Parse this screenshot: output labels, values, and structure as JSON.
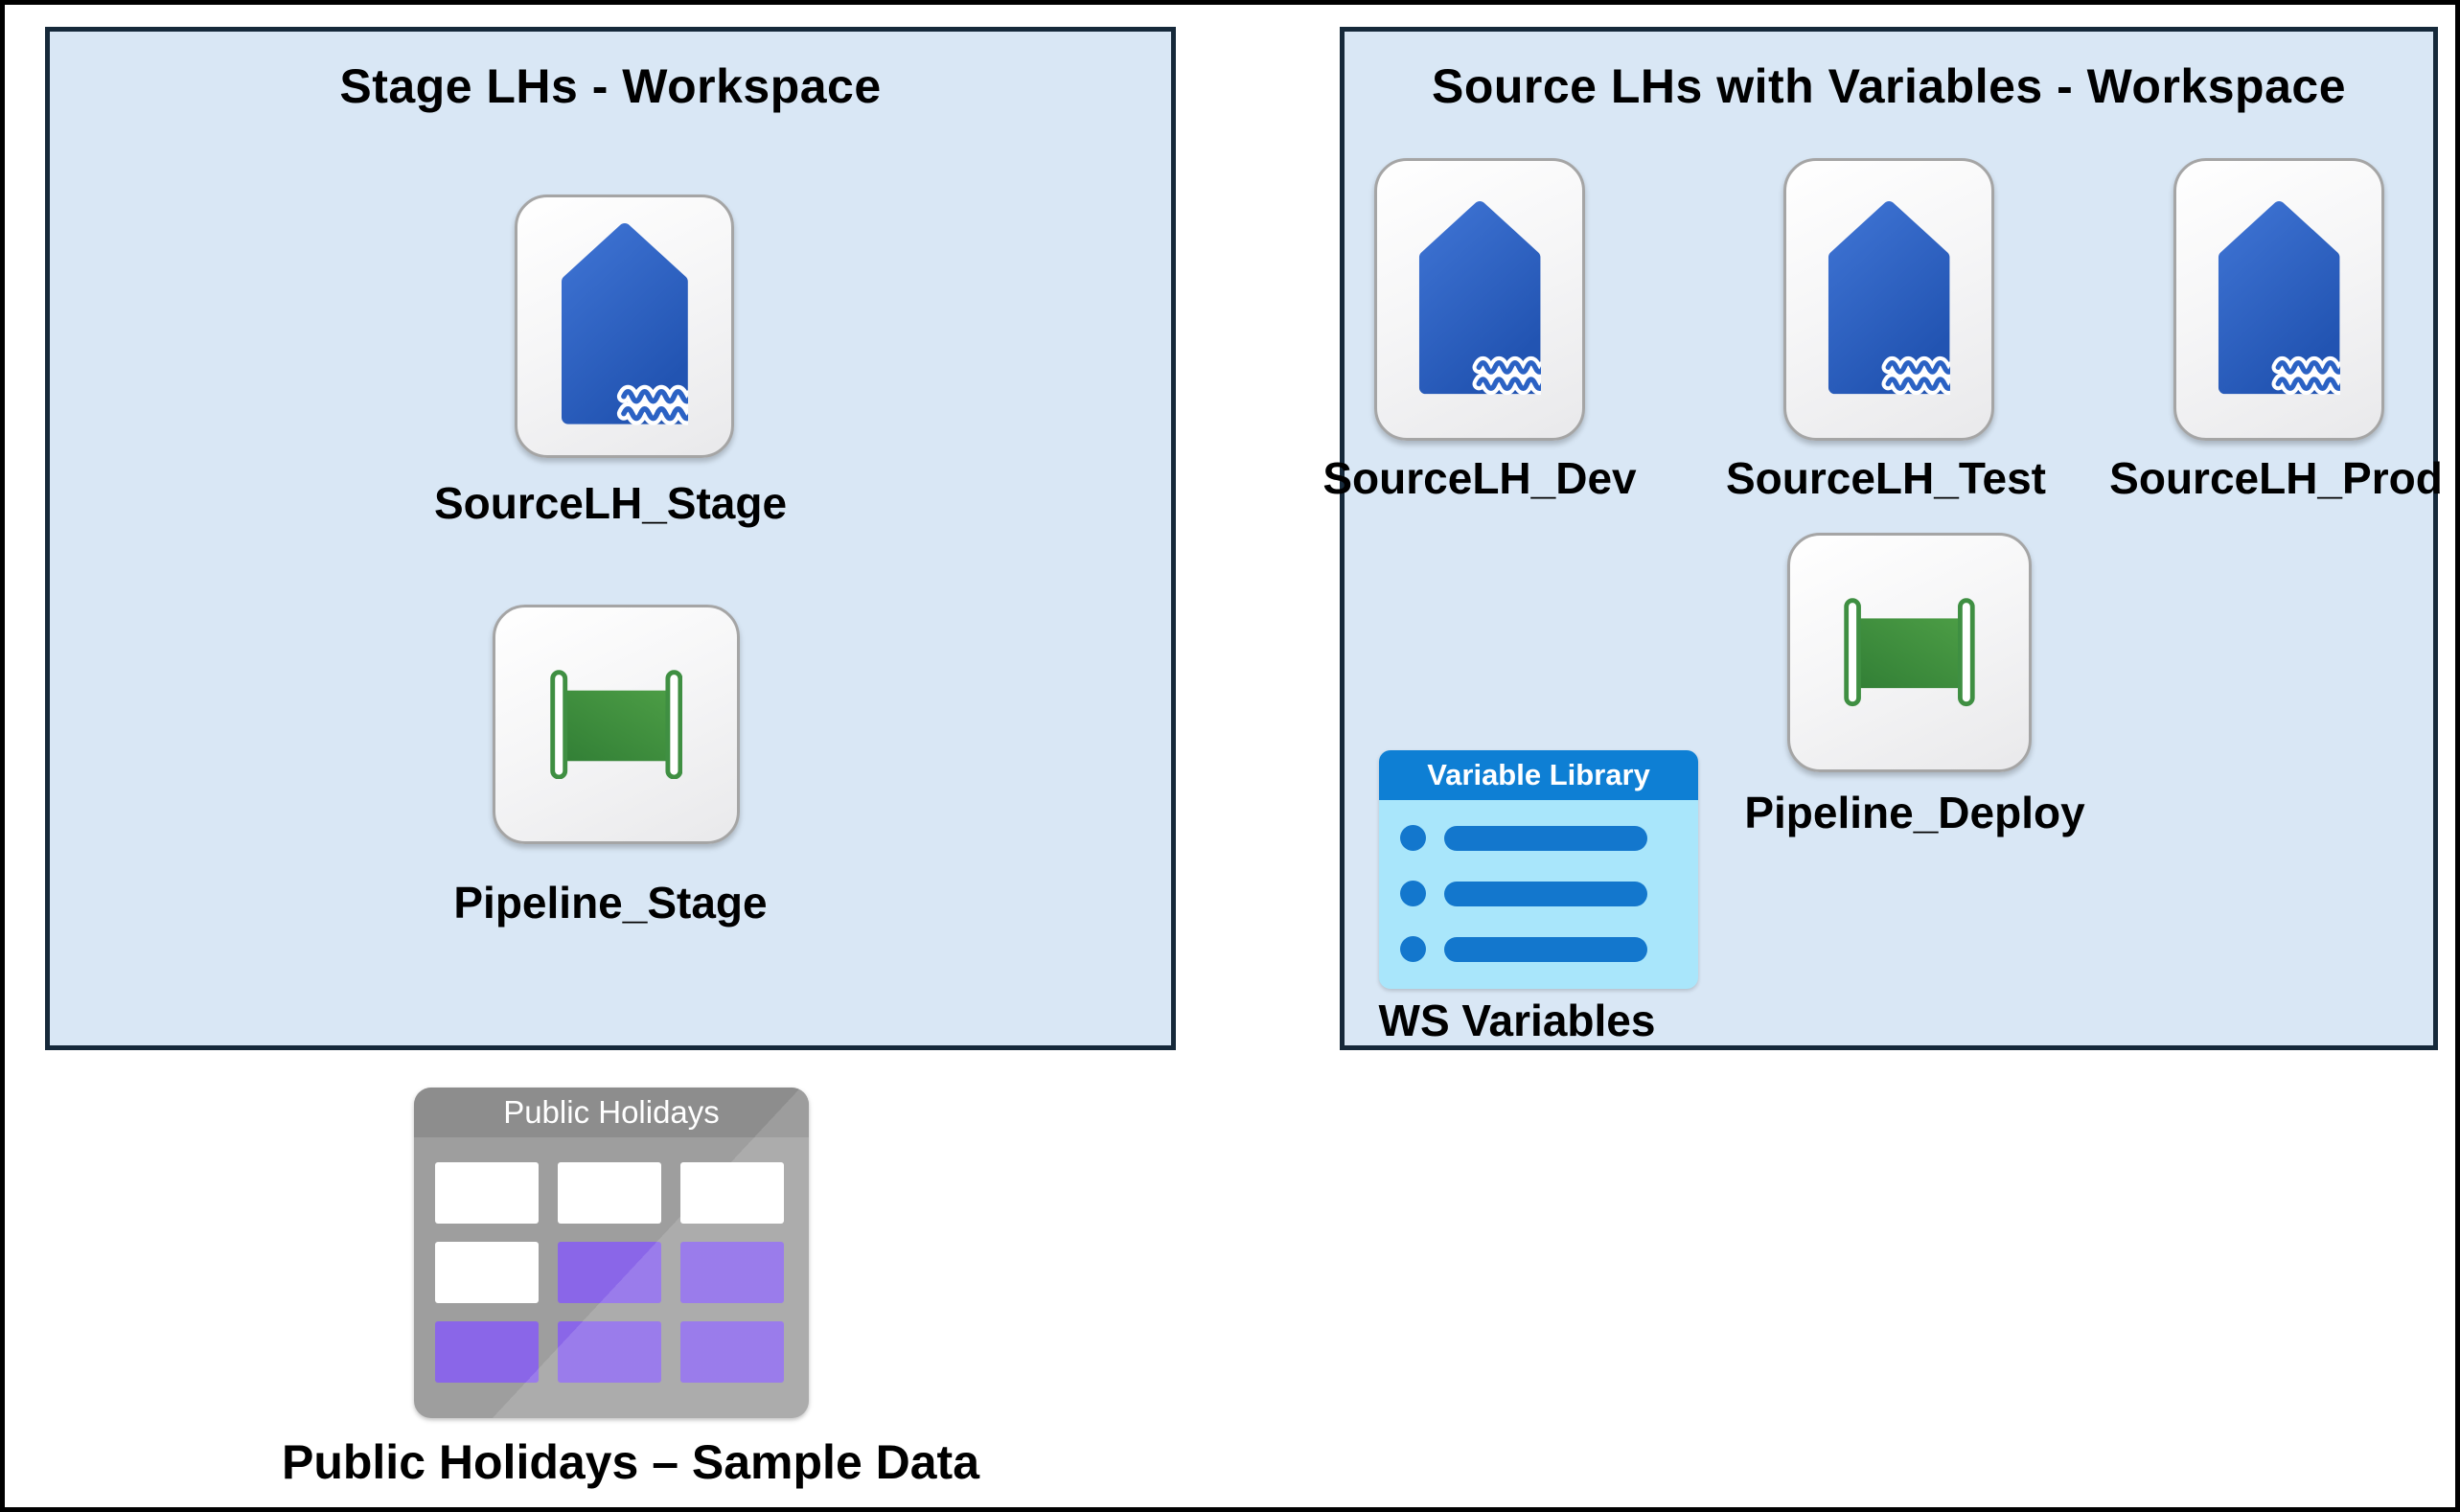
{
  "colors": {
    "workspace_fill": "#d9e7f5",
    "workspace_border": "#16293a",
    "lakehouse_blue": "#2b62c4",
    "pipeline_green": "#3f9140",
    "variable_header_blue": "#0e7fd4",
    "variable_body_cyan": "#a9e6fb",
    "variable_item_blue": "#1377cd",
    "table_body_gray": "#9e9e9e",
    "table_header_gray": "#8d8d8d",
    "table_purple": "#8a66e8",
    "table_white": "#ffffff",
    "label_color": "#000000"
  },
  "workspaces": [
    {
      "title": "Stage LHs - Workspace",
      "items": [
        {
          "type": "lakehouse",
          "label": "SourceLH_Stage"
        },
        {
          "type": "pipeline",
          "label": "Pipeline_Stage"
        }
      ]
    },
    {
      "title": "Source LHs with Variables - Workspace",
      "items": [
        {
          "type": "lakehouse",
          "label": "SourceLH_Dev"
        },
        {
          "type": "lakehouse",
          "label": "SourceLH_Test"
        },
        {
          "type": "lakehouse",
          "label": "SourceLH_Prod"
        },
        {
          "type": "pipeline",
          "label": "Pipeline_Deploy"
        },
        {
          "type": "variable_library",
          "header": "Variable Library",
          "label": "WS Variables"
        }
      ]
    }
  ],
  "sample_data": {
    "header": "Public Holidays",
    "label": "Public Holidays – Sample Data",
    "grid": [
      [
        "white",
        "white",
        "white"
      ],
      [
        "white",
        "purple",
        "purple"
      ],
      [
        "purple",
        "purple",
        "purple"
      ]
    ]
  }
}
